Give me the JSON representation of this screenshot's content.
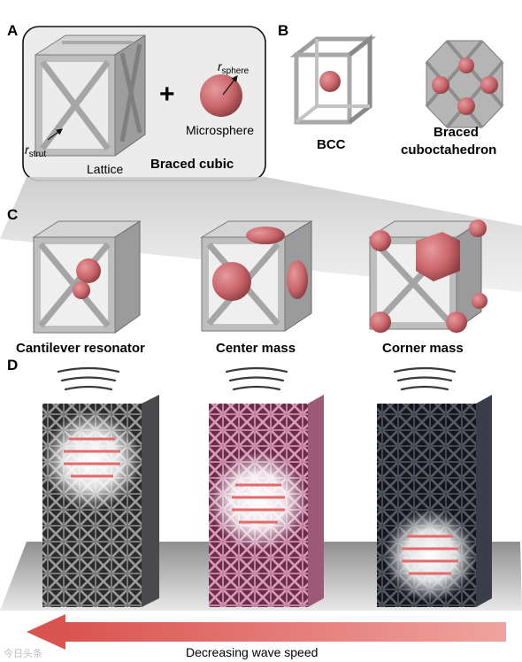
{
  "panels": {
    "a": "A",
    "b": "B",
    "c": "C",
    "d": "D"
  },
  "panel_a": {
    "r_sphere_main": "r",
    "r_sphere_sub": "sphere",
    "r_strut_main": "r",
    "r_strut_sub": "strut",
    "lattice": "Lattice",
    "plus": "+",
    "microsphere": "Microsphere",
    "braced_cubic": "Braced cubic"
  },
  "panel_b": {
    "bcc": "BCC",
    "braced_line1": "Braced",
    "braced_line2": "cuboctahedron"
  },
  "panel_c": {
    "cantilever": "Cantilever resonator",
    "center": "Center mass",
    "corner": "Corner mass"
  },
  "panel_d": {
    "decreasing": "Decreasing wave speed"
  },
  "watermark": "今日头条",
  "colors": {
    "strut": "#b9b9b9",
    "strut_dark": "#8e8e8e",
    "sphere": "#c9666b",
    "arrow": "#e07070",
    "black_sample": "#2a2a2c",
    "pink_sample": "#c07a99",
    "navy_sample": "#22242e"
  }
}
